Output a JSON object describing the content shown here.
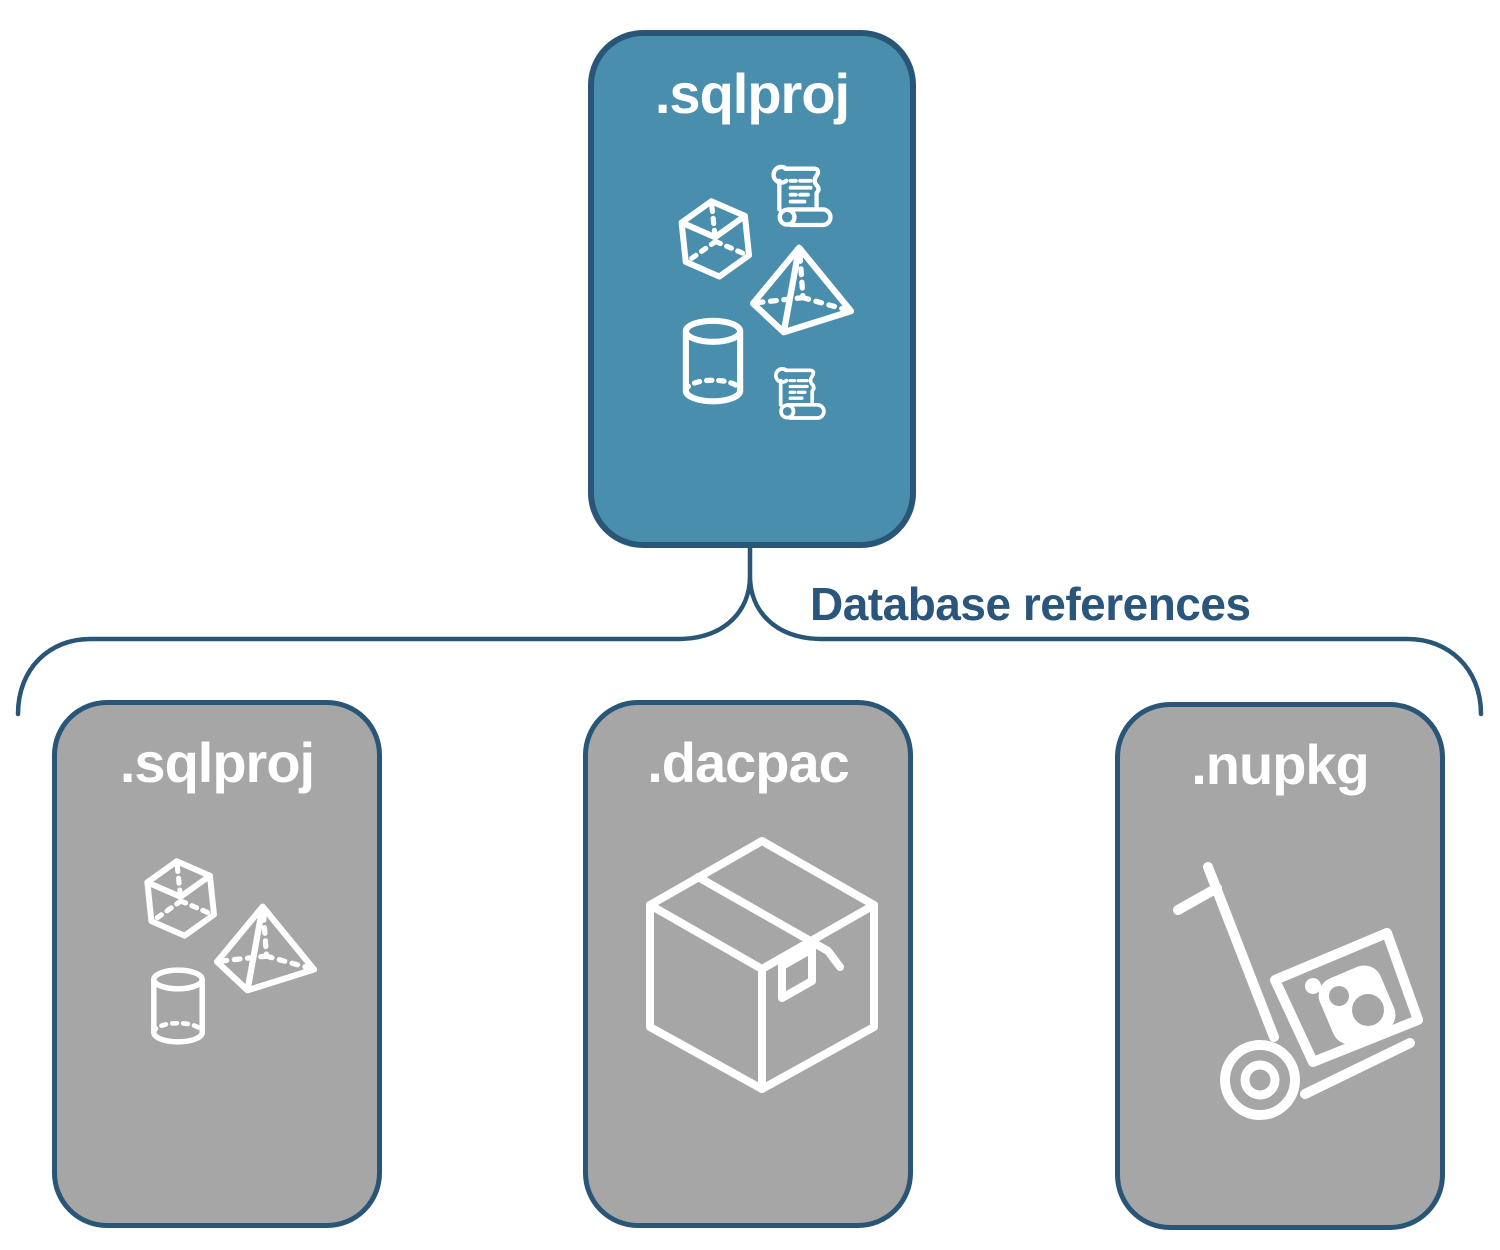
{
  "diagram": {
    "root": {
      "label": ".sqlproj",
      "icons": [
        "cube-icon",
        "scroll-icon",
        "pyramid-icon",
        "cylinder-icon",
        "scroll-icon"
      ]
    },
    "connector": {
      "label": "Database references",
      "shape": "brace-fanout"
    },
    "children": [
      {
        "label": ".sqlproj",
        "icons": [
          "cube-icon",
          "pyramid-icon",
          "cylinder-icon"
        ]
      },
      {
        "label": ".dacpac",
        "icons": [
          "package-box-icon"
        ]
      },
      {
        "label": ".nupkg",
        "icons": [
          "hand-truck-nuget-icon"
        ]
      }
    ],
    "colors": {
      "root_fill": "#4A8EAD",
      "child_fill": "#A6A6A6",
      "border": "#295677",
      "label_text": "#2B567C",
      "icon_stroke": "#FFFFFF",
      "background": "#FFFFFF"
    }
  }
}
